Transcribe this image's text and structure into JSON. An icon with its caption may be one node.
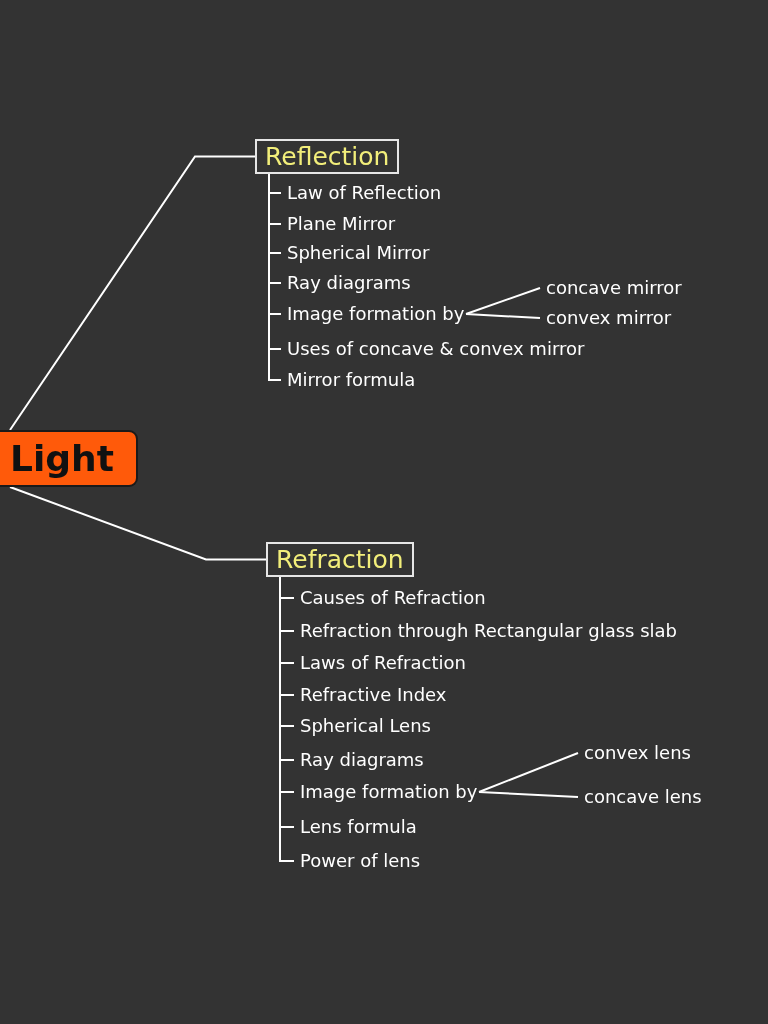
{
  "diagram": {
    "nodes": [
      {
        "text": [
          "Light"
        ]
      },
      {
        "text": [
          "Reflection"
        ]
      },
      {
        "text": [
          "Law of Reflection"
        ]
      },
      {
        "text": [
          "Plane Mirror"
        ]
      },
      {
        "text": [
          "Spherical Mirror"
        ]
      },
      {
        "text": [
          "Ray diagrams"
        ]
      },
      {
        "text": [
          "Image formation by"
        ]
      },
      {
        "text": [
          "concave mirror"
        ]
      },
      {
        "text": [
          "convex mirror"
        ]
      },
      {
        "text": [
          "Uses of concave & convex mirror"
        ]
      },
      {
        "text": [
          "Mirror formula"
        ]
      },
      {
        "text": [
          "Refraction"
        ]
      },
      {
        "text": [
          "Causes of Refraction"
        ]
      },
      {
        "text": [
          "Refraction through Rectangular glass slab"
        ]
      },
      {
        "text": [
          "Laws of Refraction"
        ]
      },
      {
        "text": [
          "Refractive Index"
        ]
      },
      {
        "text": [
          "Spherical Lens"
        ]
      },
      {
        "text": [
          "Ray diagrams"
        ]
      },
      {
        "text": [
          "Image formation by"
        ]
      },
      {
        "text": [
          "convex lens"
        ]
      },
      {
        "text": [
          "concave lens"
        ]
      },
      {
        "text": [
          "Lens formula"
        ]
      },
      {
        "text": [
          "Power of lens"
        ]
      }
    ],
    "edges": [
      {
        "from": 0,
        "to": 1,
        "arrow": "none"
      },
      {
        "from": 0,
        "to": 11,
        "arrow": "none"
      },
      {
        "from": 1,
        "to": 2,
        "arrow": "none"
      },
      {
        "from": 1,
        "to": 3,
        "arrow": "none"
      },
      {
        "from": 1,
        "to": 4,
        "arrow": "none"
      },
      {
        "from": 1,
        "to": 5,
        "arrow": "none"
      },
      {
        "from": 1,
        "to": 6,
        "arrow": "none"
      },
      {
        "from": 6,
        "to": 7,
        "arrow": "none"
      },
      {
        "from": 6,
        "to": 8,
        "arrow": "none"
      },
      {
        "from": 1,
        "to": 9,
        "arrow": "none"
      },
      {
        "from": 1,
        "to": 10,
        "arrow": "none"
      },
      {
        "from": 11,
        "to": 12,
        "arrow": "none"
      },
      {
        "from": 11,
        "to": 13,
        "arrow": "none"
      },
      {
        "from": 11,
        "to": 14,
        "arrow": "none"
      },
      {
        "from": 11,
        "to": 15,
        "arrow": "none"
      },
      {
        "from": 11,
        "to": 16,
        "arrow": "none"
      },
      {
        "from": 11,
        "to": 17,
        "arrow": "none"
      },
      {
        "from": 11,
        "to": 18,
        "arrow": "none"
      },
      {
        "from": 18,
        "to": 19,
        "arrow": "none"
      },
      {
        "from": 18,
        "to": 20,
        "arrow": "none"
      },
      {
        "from": 11,
        "to": 21,
        "arrow": "none"
      },
      {
        "from": 11,
        "to": 22,
        "arrow": "none"
      }
    ]
  }
}
